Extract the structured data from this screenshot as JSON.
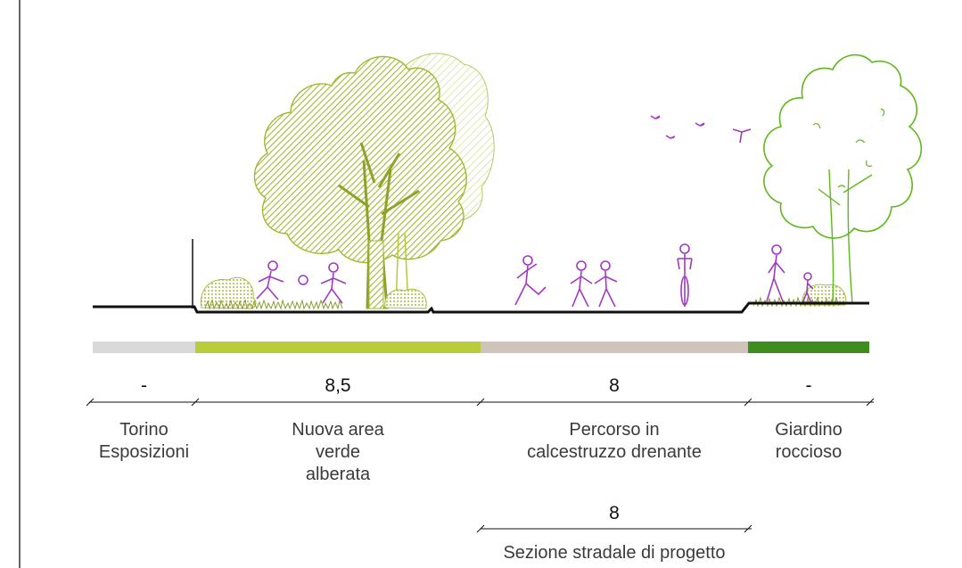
{
  "colors": {
    "zone_torino": "#d9d9d9",
    "zone_green_area": "#b9cc3c",
    "zone_path": "#cfc4bc",
    "zone_rock_garden": "#3e8d1f",
    "people": "#a238c2",
    "tree_fill": "#b6c83a",
    "tree_outline": "#7fbf1e",
    "ground": "#111111"
  },
  "icons": [
    "tree-icon",
    "person-icon",
    "cyclist-icon",
    "bird-icon",
    "shrub-icon"
  ],
  "zones": [
    {
      "id": "torino",
      "value": "-",
      "label_lines": [
        "Torino",
        "Esposizioni"
      ]
    },
    {
      "id": "green_area",
      "value": "8,5",
      "label_lines": [
        "Nuova area",
        "verde",
        "alberata"
      ]
    },
    {
      "id": "path",
      "value": "8",
      "label_lines": [
        "Percorso in",
        "calcestruzzo drenante"
      ]
    },
    {
      "id": "rock_garden",
      "value": "-",
      "label_lines": [
        "Giardino",
        "roccioso"
      ]
    }
  ],
  "section": {
    "value": "8",
    "label": "Sezione stradale di progetto"
  }
}
